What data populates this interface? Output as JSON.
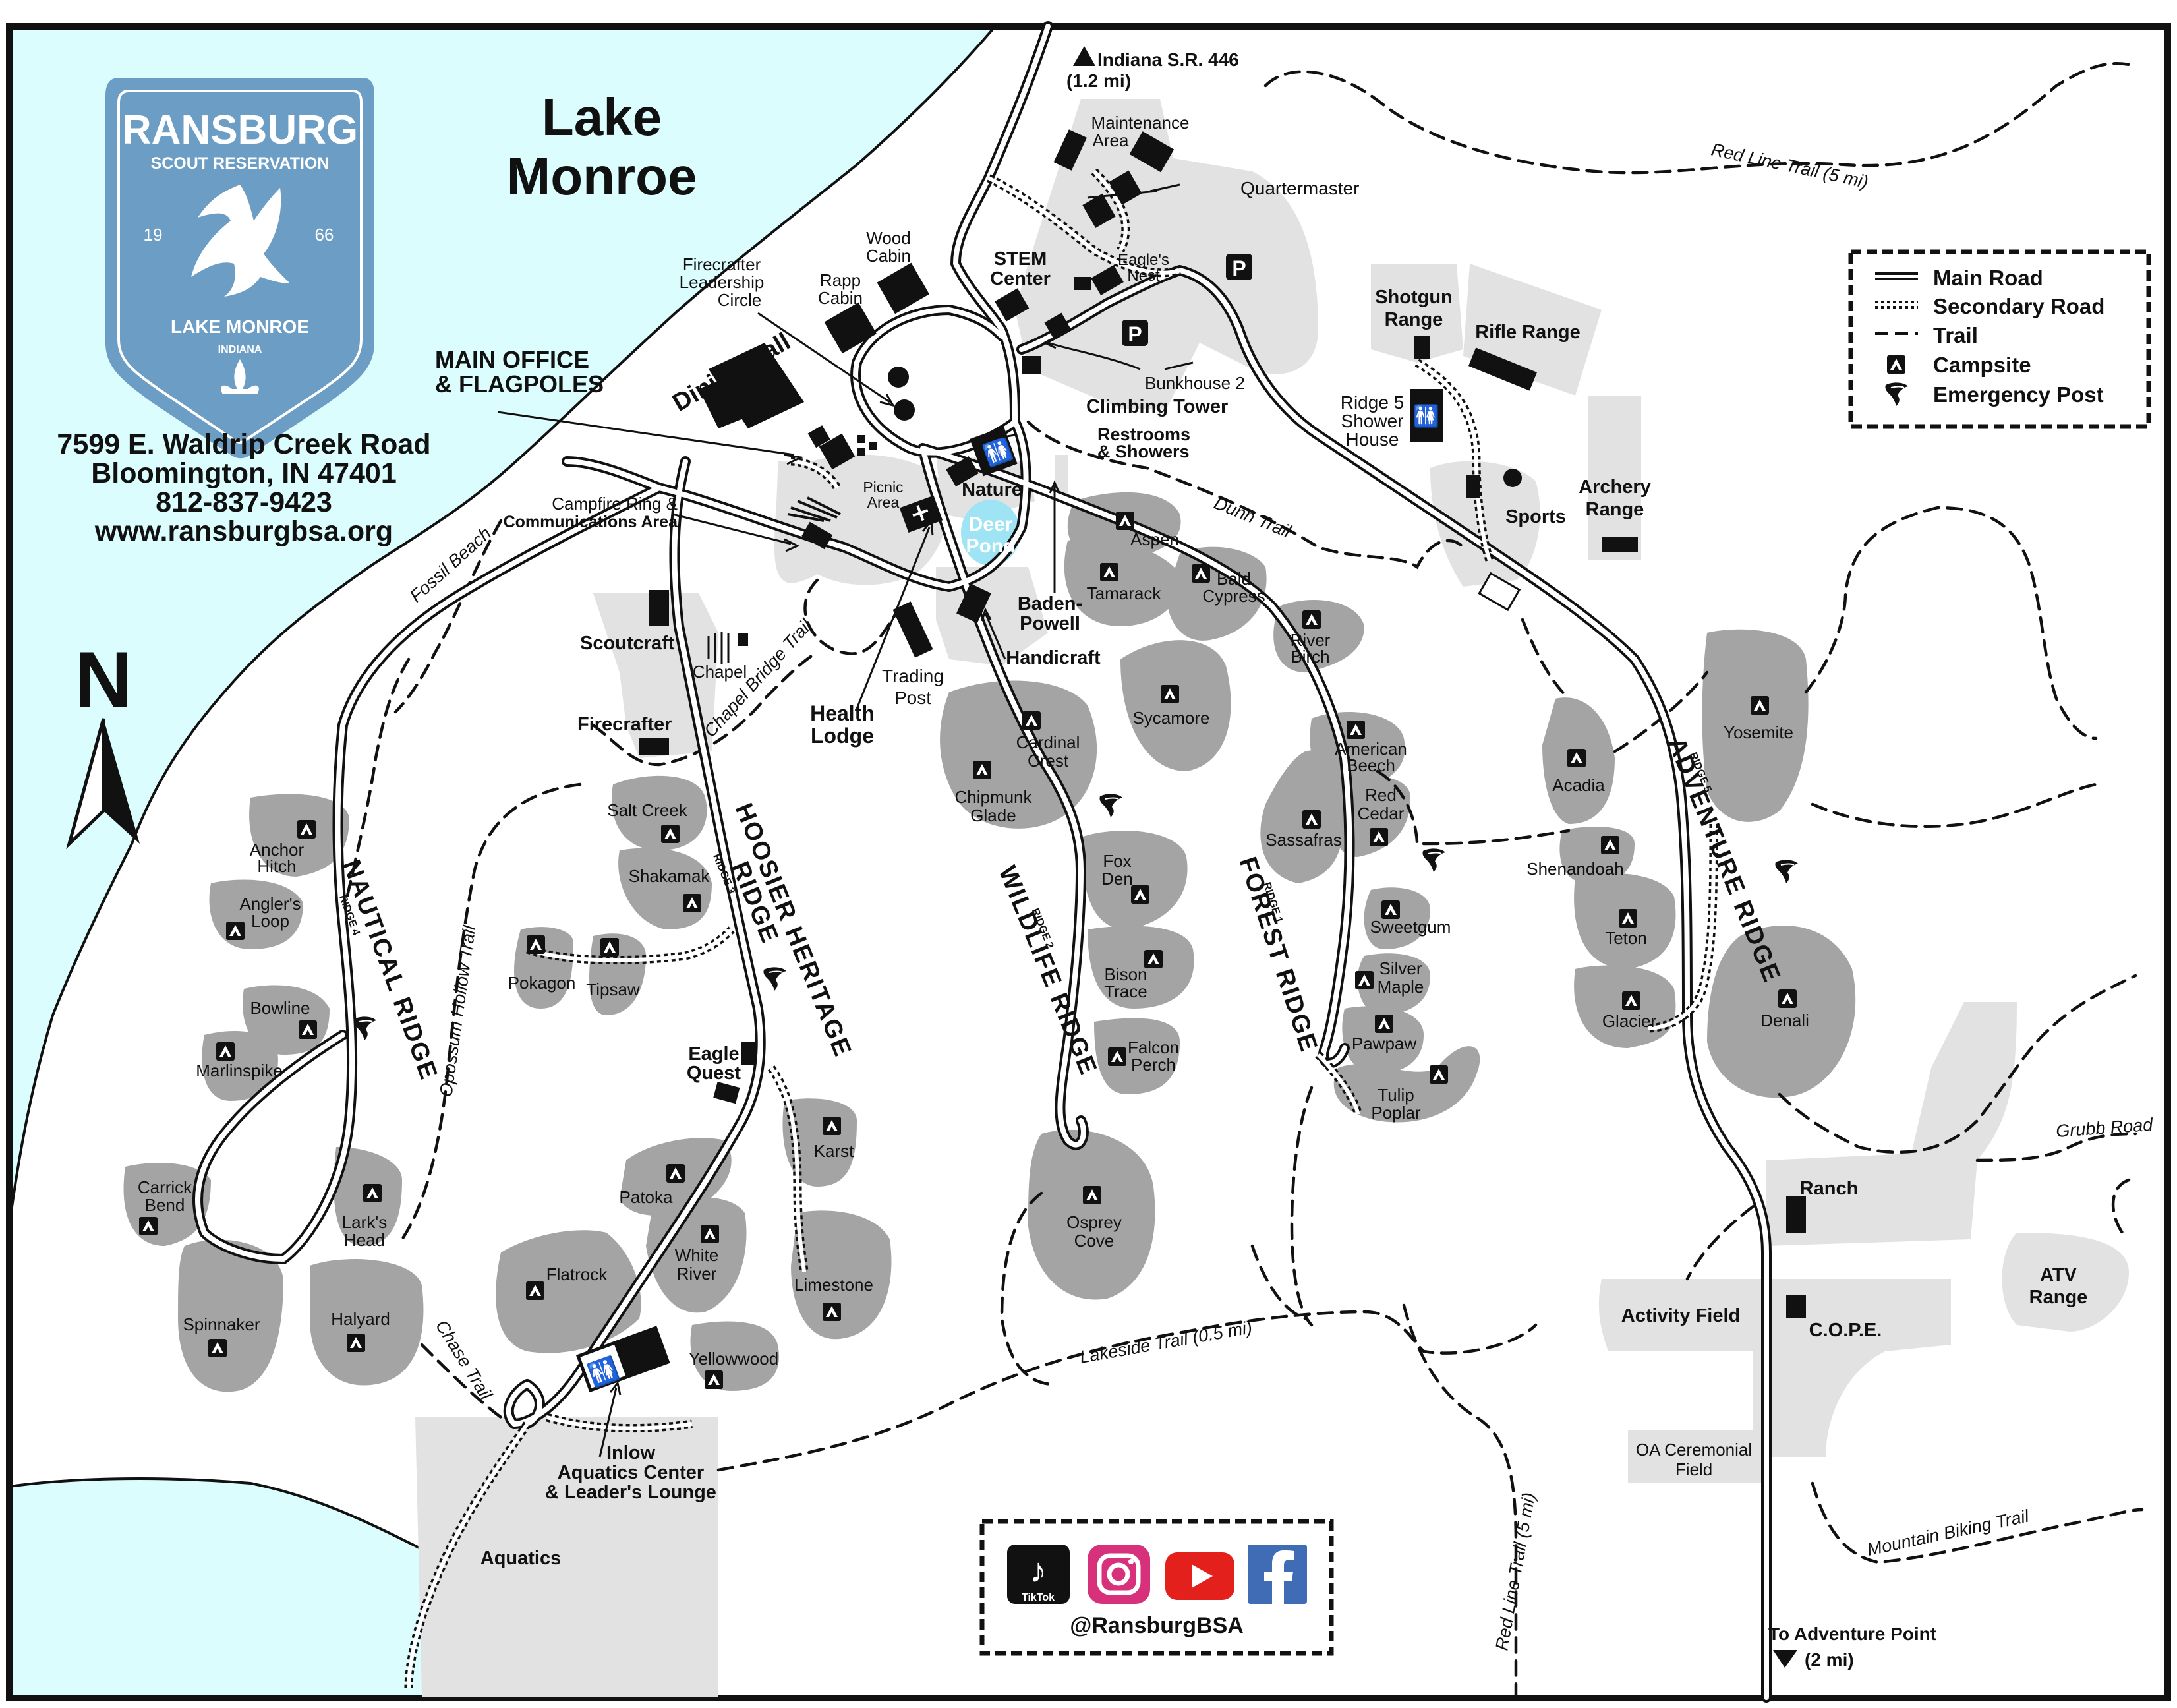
{
  "title": {
    "line1": "Lake",
    "line2": "Monroe"
  },
  "badge": {
    "name": "RANSBURG",
    "sub": "SCOUT RESERVATION",
    "year_left": "19",
    "year_right": "66",
    "lake": "LAKE MONROE",
    "state": "INDIANA"
  },
  "address": {
    "street": "7599 E. Waldrip Creek Road",
    "city": "Bloomington, IN 47401",
    "phone": "812-837-9423",
    "web": "www.ransburgbsa.org"
  },
  "north": "N",
  "legend": {
    "main_road": "Main Road",
    "secondary_road": "Secondary Road",
    "trail": "Trail",
    "campsite": "Campsite",
    "emergency": "Emergency Post"
  },
  "social": {
    "handle": "@RansburgBSA",
    "tiktok": "TikTok"
  },
  "exits": {
    "sr446": "Indiana S.R. 446",
    "sr446_dist": "(1.2 mi)",
    "adventure": "To Adventure Point",
    "adventure_dist": "(2 mi)"
  },
  "trails": {
    "red_top": "Red Line Trail (5 mi)",
    "red_bottom": "Red Line Trail (5 mi)",
    "dunn": "Dunn Trail",
    "fossil": "Fossil Beach",
    "chapel": "Chapel Bridge Trail",
    "opossum": "Opossum Hollow Trail",
    "chase": "Chase Trail",
    "lakeside": "Lakeside Trail (0.5 mi)",
    "grubb": "Grubb Road",
    "mtb": "Mountain Biking Trail"
  },
  "ridges": {
    "nautical": "NAUTICAL RIDGE",
    "nautical_sub": "RIDGE 4",
    "hoosier": "HOOSIER HERITAGE",
    "hoosier2": "RIDGE",
    "hoosier_sub": "RIDGE 3",
    "wildlife": "WILDLIFE RIDGE",
    "wildlife_sub": "RIDGE 2",
    "forest": "FOREST RIDGE",
    "forest_sub": "RIDGE 1",
    "adventure": "ADVENTURE RIDGE",
    "adventure_sub": "RIDGE 5"
  },
  "places": {
    "main_office1": "MAIN OFFICE",
    "main_office2": "& FLAGPOLES",
    "dining": "Dining Hall",
    "fcl1": "Firecrafter",
    "fcl2": "Leadership",
    "fcl3": "Circle",
    "rapp1": "Rapp",
    "rapp2": "Cabin",
    "wood1": "Wood",
    "wood2": "Cabin",
    "maint1": "Maintenance",
    "maint2": "Area",
    "qm": "Quartermaster",
    "stem1": "STEM",
    "stem2": "Center",
    "eagle1": "Eagle's",
    "eagle2": "Nest",
    "bunk2": "Bunkhouse 2",
    "climb": "Climbing Tower",
    "rest1": "Restrooms",
    "rest2": "& Showers",
    "nature": "Nature",
    "deer1": "Deer",
    "deer2": "Pond",
    "picnic1": "Picnic",
    "picnic2": "Area",
    "campfire1": "Campfire Ring &",
    "campfire2": "Communications Area",
    "scoutcraft": "Scoutcraft",
    "chapel": "Chapel",
    "firecrafter": "Firecrafter",
    "health1": "Health",
    "health2": "Lodge",
    "trading1": "Trading",
    "trading2": "Post",
    "baden1": "Baden-",
    "baden2": "Powell",
    "handicraft": "Handicraft",
    "shotgun1": "Shotgun",
    "shotgun2": "Range",
    "rifle": "Rifle Range",
    "shower1": "Ridge 5",
    "shower2": "Shower",
    "shower3": "House",
    "sports": "Sports",
    "archery1": "Archery",
    "archery2": "Range",
    "eaglequest1": "Eagle",
    "eaglequest2": "Quest",
    "inlow1": "Inlow",
    "inlow2": "Aquatics Center",
    "inlow3": "& Leader's Lounge",
    "aquatics": "Aquatics",
    "ranch": "Ranch",
    "atv1": "ATV",
    "atv2": "Range",
    "activity": "Activity Field",
    "cope": "C.O.P.E.",
    "oa1": "OA Ceremonial",
    "oa2": "Field",
    "parking": "P"
  },
  "campsites": {
    "aspen": "Aspen",
    "tamarack": "Tamarack",
    "bald1": "Bald",
    "bald2": "Cypress",
    "river1": "River",
    "river2": "Birch",
    "sycamore": "Sycamore",
    "ambeech1": "American",
    "ambeech2": "Beech",
    "redcedar1": "Red",
    "redcedar2": "Cedar",
    "sassafras": "Sassafras",
    "sweetgum": "Sweetgum",
    "silver1": "Silver",
    "silver2": "Maple",
    "pawpaw": "Pawpaw",
    "tulip1": "Tulip",
    "tulip2": "Poplar",
    "cardinal1": "Cardinal",
    "cardinal2": "Crest",
    "chip1": "Chipmunk",
    "chip2": "Glade",
    "fox1": "Fox",
    "fox2": "Den",
    "bison1": "Bison",
    "bison2": "Trace",
    "falcon1": "Falcon",
    "falcon2": "Perch",
    "osprey1": "Osprey",
    "osprey2": "Cove",
    "saltcreek": "Salt Creek",
    "shakamak": "Shakamak",
    "pokagon": "Pokagon",
    "tipsaw": "Tipsaw",
    "karst": "Karst",
    "patoka": "Patoka",
    "white1": "White",
    "white2": "River",
    "flatrock": "Flatrock",
    "limestone": "Limestone",
    "yellowwood": "Yellowwood",
    "anchor1": "Anchor",
    "anchor2": "Hitch",
    "angler1": "Angler's",
    "angler2": "Loop",
    "bowline": "Bowline",
    "marlinspike": "Marlinspike",
    "carrick1": "Carrick",
    "carrick2": "Bend",
    "larks1": "Lark's",
    "larks2": "Head",
    "spinnaker": "Spinnaker",
    "halyard": "Halyard",
    "yosemite": "Yosemite",
    "acadia": "Acadia",
    "shenandoah": "Shenandoah",
    "teton": "Teton",
    "glacier": "Glacier",
    "denali": "Denali"
  },
  "colors": {
    "lake": "#dcfdfd",
    "campsite": "#a4a4a4",
    "facility": "#e2e2e2",
    "badge": "#6c9dc4",
    "pond": "#9fe4f5"
  }
}
